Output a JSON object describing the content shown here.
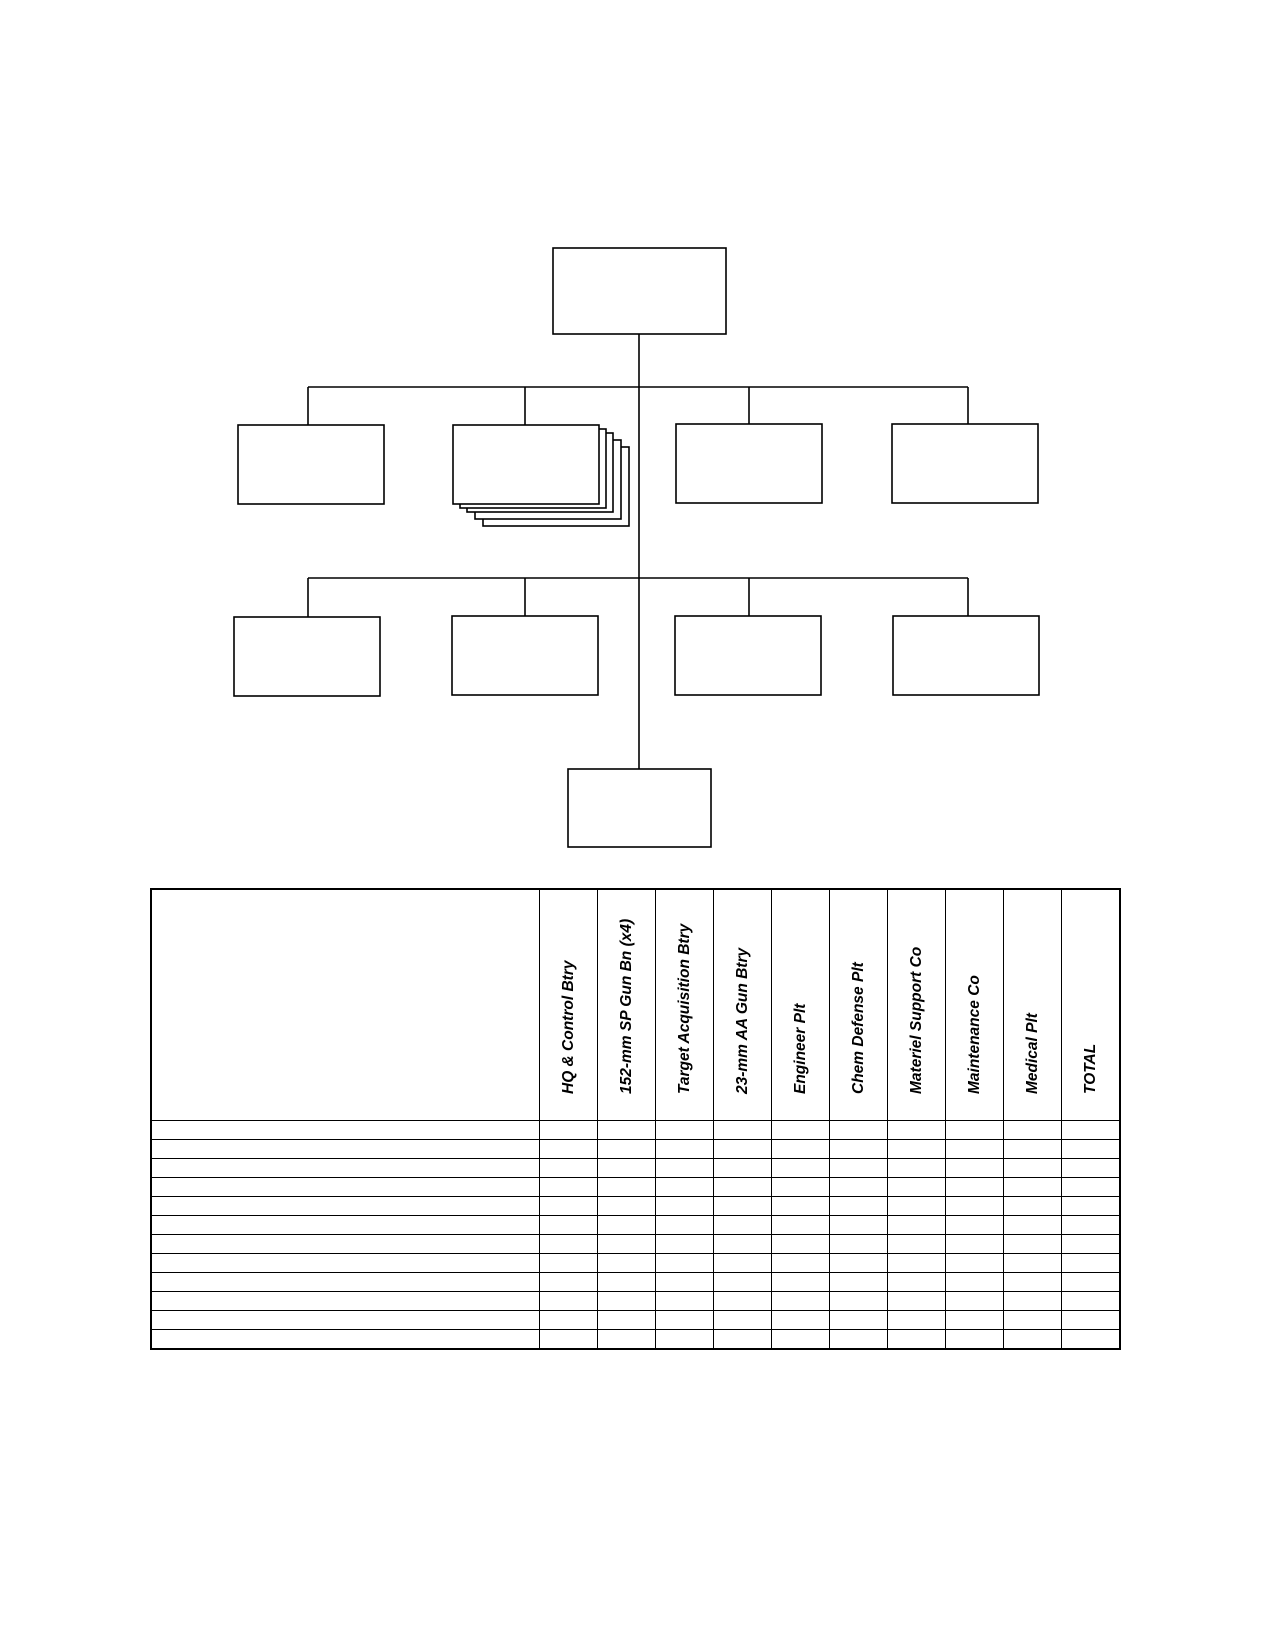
{
  "org_chart": {
    "top_unit": "",
    "row1": [
      "",
      "",
      "",
      ""
    ],
    "row2": [
      "",
      "",
      "",
      ""
    ],
    "bottom_unit": ""
  },
  "table": {
    "corner_label": "",
    "columns": [
      "HQ & Control Btry",
      "152-mm SP Gun Bn (x4)",
      "Target Acquisition Btry",
      "23-mm AA Gun Btry",
      "Engineer Plt",
      "Chem Defense Plt",
      "Materiel Support Co",
      "Maintenance Co",
      "Medical Plt",
      "TOTAL"
    ],
    "row_count": 12
  }
}
